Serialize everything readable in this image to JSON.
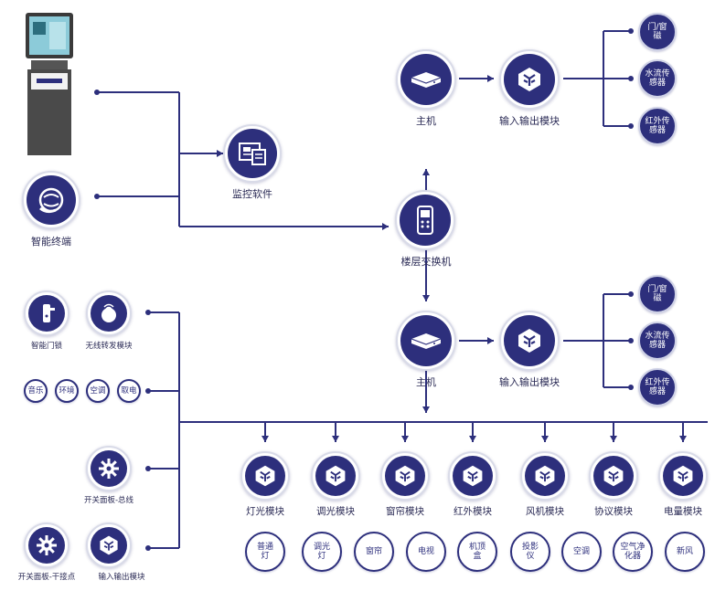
{
  "labels": {
    "terminal": "智能终端",
    "software": "监控软件",
    "switch": "楼层交换机",
    "host_top": "主机",
    "io_top": "输入输出模块",
    "host_mid": "主机",
    "io_mid": "输入输出模块",
    "door_lock": "智能门锁",
    "wireless": "无线转发模块",
    "panel_bus": "开关面板-总线",
    "panel_dry": "开关面板-干接点",
    "io_bottom": "输入输出模块"
  },
  "sensors_top": [
    "门/窗\n磁",
    "水流传\n感器",
    "红外传\n感器"
  ],
  "sensors_mid": [
    "门/窗\n磁",
    "水流传\n感器",
    "红外传\n感器"
  ],
  "services": [
    "音乐",
    "环境",
    "空调",
    "取电"
  ],
  "modules": [
    "灯光模块",
    "调光模块",
    "窗帘模块",
    "红外模块",
    "风机模块",
    "协议模块",
    "电量模块"
  ],
  "devices": [
    "普通\n灯",
    "调光\n灯",
    "窗帘",
    "电视",
    "机顶\n盒",
    "投影\n仪",
    "空调",
    "空气净\n化器",
    "新风"
  ],
  "colors": {
    "primary": "#2d2f7c",
    "line": "#2d2f7c"
  },
  "icons": {
    "kiosk": "kiosk-terminal-icon",
    "terminal": "globe-hand-icon",
    "software": "monitor-software-icon",
    "switch": "switch-device-icon",
    "host": "host-router-icon",
    "io": "io-module-icon",
    "lock": "door-lock-icon",
    "wireless": "wireless-relay-icon",
    "gear": "gear-icon"
  }
}
